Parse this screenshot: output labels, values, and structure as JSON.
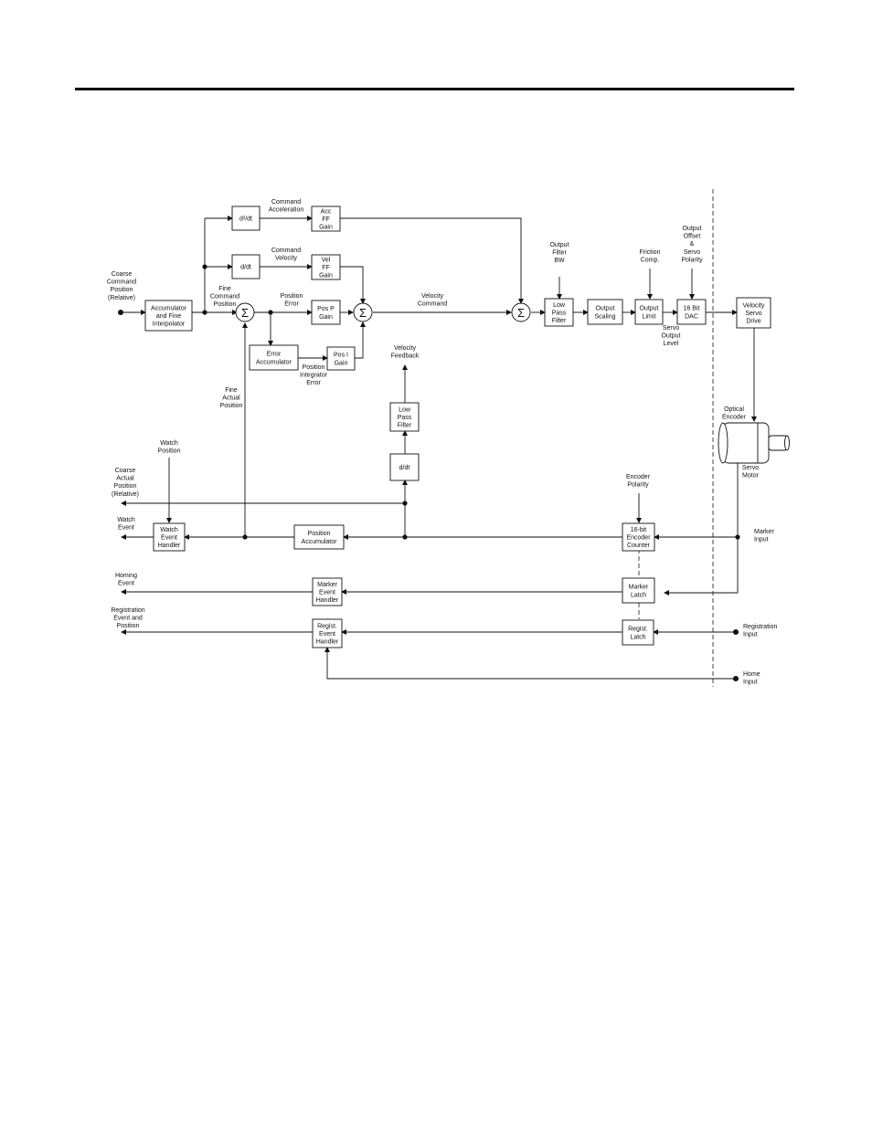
{
  "blocks": {
    "accumulator": [
      "Accumulator",
      "and Fine",
      "Interpolator"
    ],
    "d2dt": [
      "d²/dt"
    ],
    "ddt_top": [
      "d/dt"
    ],
    "acc_ff": [
      "Acc",
      "FF",
      "Gain"
    ],
    "vel_ff": [
      "Vel",
      "FF",
      "Gain"
    ],
    "pos_p": [
      "Pos P",
      "Gain"
    ],
    "error_acc": [
      "Error",
      "Accumulator"
    ],
    "pos_i": [
      "Pos I",
      "Gain"
    ],
    "low_pass_out": [
      "Low",
      "Pass",
      "Filter"
    ],
    "output_scaling": [
      "Output",
      "Scaling"
    ],
    "output_limit": [
      "Output",
      "Limit"
    ],
    "dac": [
      "16 Bit",
      "DAC"
    ],
    "velocity_drive": [
      "Velocity",
      "Servo",
      "Drive"
    ],
    "low_pass_fb": [
      "Low",
      "Pass",
      "Filter"
    ],
    "ddt_fb": [
      "d/dt"
    ],
    "watch_handler": [
      "Watch",
      "Event",
      "Handler"
    ],
    "position_acc": [
      "Position",
      "Accumulator"
    ],
    "encoder_counter": [
      "16-bit",
      "Encoder",
      "Counter"
    ],
    "marker_handler": [
      "Marker",
      "Event",
      "Handler"
    ],
    "marker_latch": [
      "Marker",
      "Latch"
    ],
    "regist_handler": [
      "Regist.",
      "Event",
      "Handler"
    ],
    "regist_latch": [
      "Regist.",
      "Latch"
    ]
  },
  "labels": {
    "coarse_cmd": [
      "Coarse",
      "Command",
      "Position",
      "(Relative)"
    ],
    "cmd_accel": [
      "Command",
      "Acceleration"
    ],
    "cmd_vel": [
      "Command",
      "Velocity"
    ],
    "fine_cmd": [
      "Fine",
      "Command",
      "Position"
    ],
    "pos_error": [
      "Position",
      "Error"
    ],
    "vel_cmd": [
      "Velocity",
      "Command"
    ],
    "pos_int_error": [
      "Position",
      "Integrator",
      "Error"
    ],
    "vel_feedback": [
      "Velocity",
      "Feedback"
    ],
    "fine_actual": [
      "Fine",
      "Actual",
      "Position"
    ],
    "out_filter_bw": [
      "Output",
      "Filter",
      "BW"
    ],
    "friction": [
      "Friction",
      "Comp."
    ],
    "offset_polarity": [
      "Output",
      "Offset",
      "&",
      "Servo",
      "Polarity"
    ],
    "servo_out_level": [
      "Servo",
      "Output",
      "Level"
    ],
    "optical_encoder": [
      "Optical",
      "Encoder"
    ],
    "servo_motor": [
      "Servo",
      "Motor"
    ],
    "watch_pos": [
      "Watch",
      "Position"
    ],
    "coarse_actual": [
      "Coarse",
      "Actual",
      "Position",
      "(Relative)"
    ],
    "encoder_polarity": [
      "Encoder",
      "Polarity"
    ],
    "watch_event": [
      "Watch",
      "Event"
    ],
    "marker_input": [
      "Marker",
      "Input"
    ],
    "homing_event": [
      "Homing",
      "Event"
    ],
    "regist_event": [
      "Registration",
      "Event and",
      "Position"
    ],
    "regist_input": [
      "Registration",
      "Input"
    ],
    "home_input": [
      "Home",
      "Input"
    ]
  },
  "summing_symbol": "Σ"
}
